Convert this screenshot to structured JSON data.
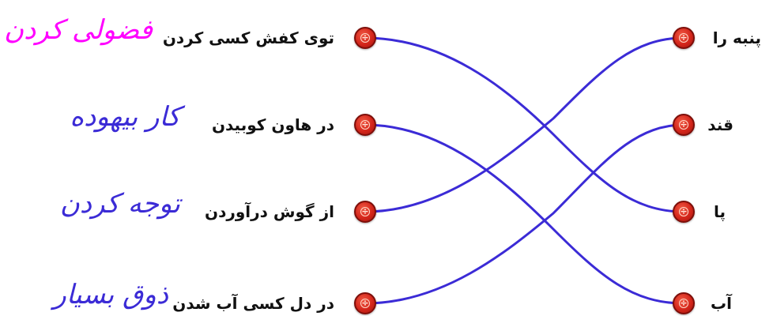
{
  "left_items": [
    {
      "text": "توی کفش کسی کردن",
      "answer": "فضولی کردن"
    },
    {
      "text": "در هاون کوبیدن",
      "answer": "کار بیهوده"
    },
    {
      "text": "از گوش درآوردن",
      "answer": "توجه کردن"
    },
    {
      "text": "در دل کسی آب شدن",
      "answer": "ذوق بسیار"
    }
  ],
  "right_items": [
    "پنبه را",
    "قند",
    "پا",
    "آب"
  ],
  "connections": [
    [
      0,
      2
    ],
    [
      1,
      3
    ],
    [
      2,
      0
    ],
    [
      3,
      1
    ]
  ],
  "colors": {
    "line": "#3b2bd6",
    "handwriting_pink": "#ff00ff",
    "handwriting_blue": "#3b2bd6",
    "dot": "#d4261b"
  }
}
